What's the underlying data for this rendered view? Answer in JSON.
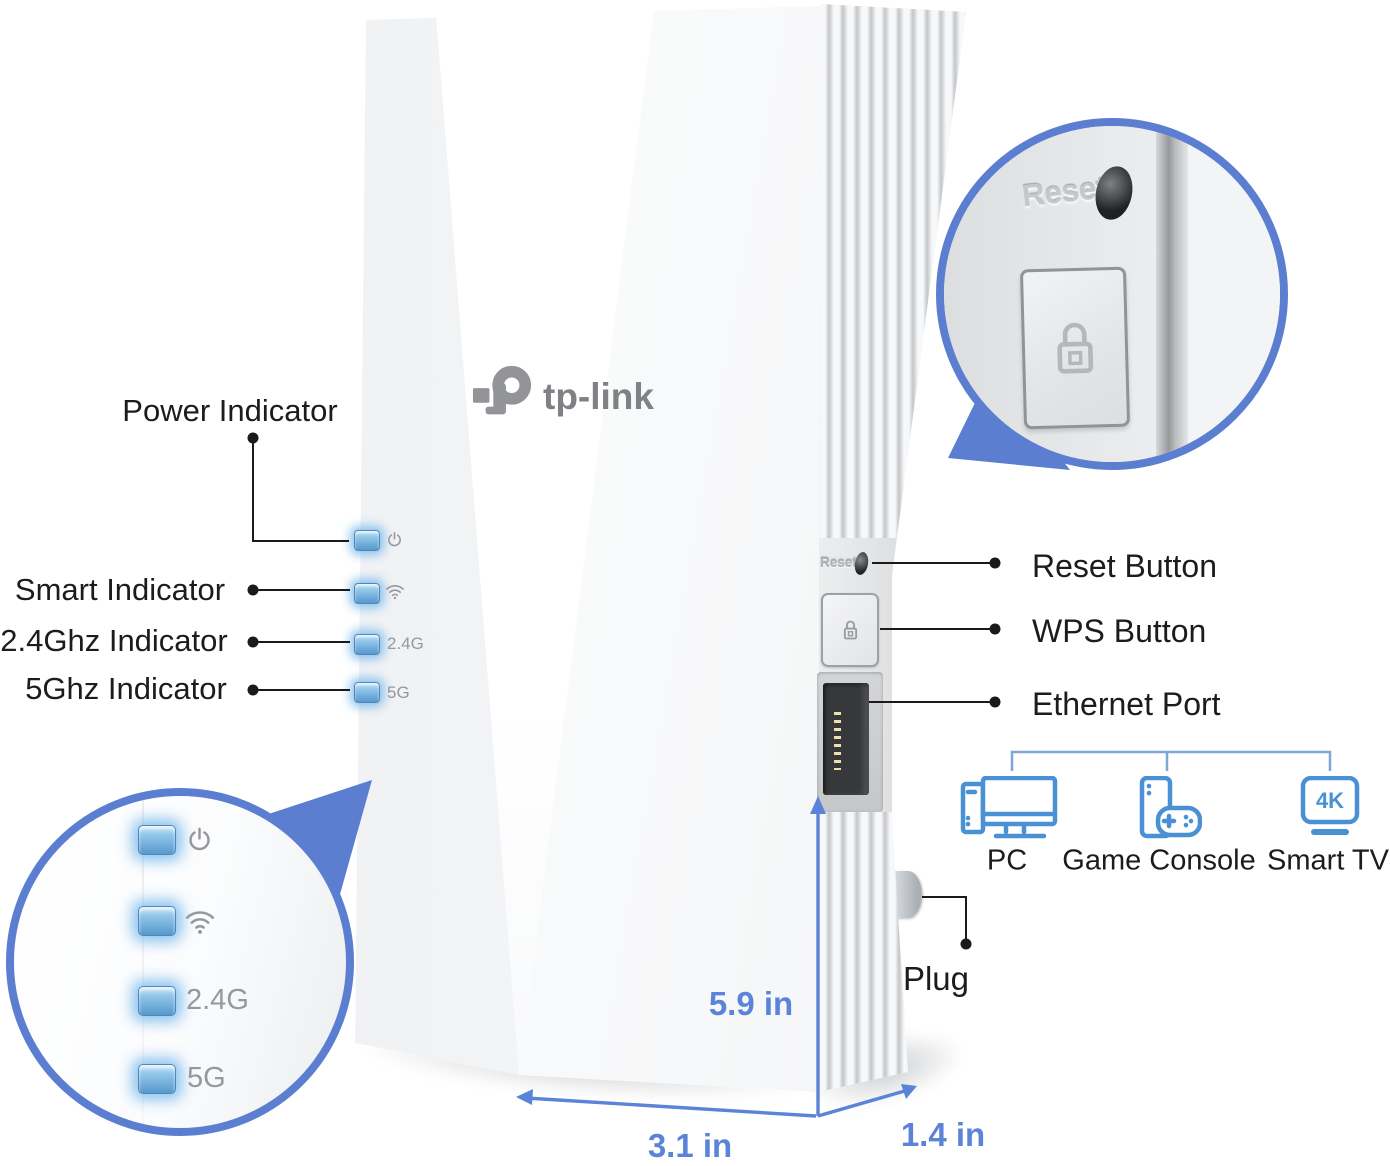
{
  "device": {
    "brand": "tp-link",
    "side": {
      "reset_label": "Reset"
    },
    "leds": [
      {
        "name": "power",
        "icon": "power-icon",
        "label": ""
      },
      {
        "name": "smart",
        "icon": "wifi-icon",
        "label": ""
      },
      {
        "name": "band-2_4g",
        "icon": "",
        "label": "2.4G"
      },
      {
        "name": "band-5g",
        "icon": "",
        "label": "5G"
      }
    ]
  },
  "callouts": {
    "left": [
      "Power Indicator",
      "Smart Indicator",
      "2.4Ghz Indicator",
      "5Ghz Indicator"
    ],
    "right": [
      "Reset Button",
      "WPS Button",
      "Ethernet Port"
    ],
    "plug": "Plug"
  },
  "connected_devices": [
    {
      "label": "PC",
      "icon": "pc-icon"
    },
    {
      "label": "Game Console",
      "icon": "game-console-icon"
    },
    {
      "label": "Smart TV",
      "icon": "smart-tv-icon",
      "badge": "4K"
    }
  ],
  "dimensions": {
    "height": "5.9 in",
    "width": "3.1 in",
    "depth": "1.4 in"
  },
  "colors": {
    "accent_blue": "#5b7ed1",
    "dimension_blue": "#5b83d8",
    "icon_blue": "#4a90d4",
    "bracket_blue": "#7ea6d8",
    "led_blue": "#5898cc",
    "label_text": "#1b1c1e",
    "device_gray_text": "#97989b"
  }
}
